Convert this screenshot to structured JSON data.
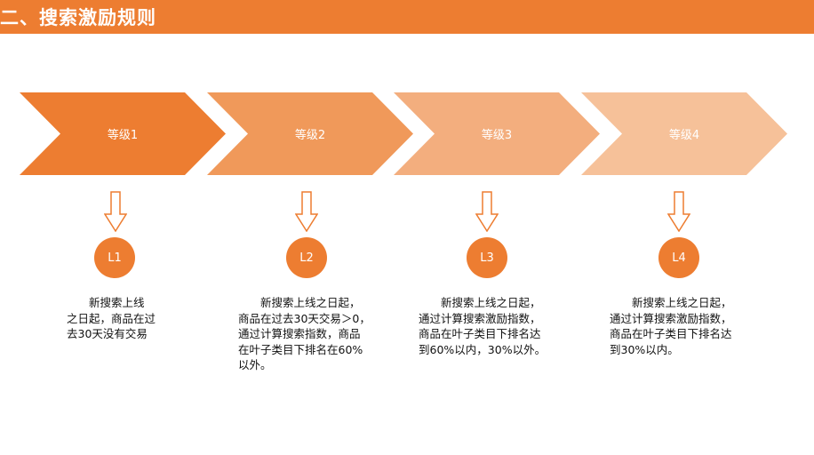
{
  "header": {
    "title": "二、搜索激励规则"
  },
  "colors": {
    "accent": "#ED7D31",
    "level1": "#ED7D31",
    "level2": "#F0995A",
    "level3": "#F3AE7E",
    "level4": "#F6C199"
  },
  "levels": [
    {
      "label": "等级1",
      "code": "L1",
      "description": "新搜索上线\n之日起，商品在过\n去30天没有交易"
    },
    {
      "label": "等级2",
      "code": "L2",
      "description": "新搜索上线之日起，\n商品在过去30天交易＞0，\n通过计算搜索指数，商品\n在叶子类目下排名在60%\n以外。"
    },
    {
      "label": "等级3",
      "code": "L3",
      "description": "新搜索上线之日起，\n通过计算搜索激励指数，\n商品在叶子类目下排名达\n到60%以内，30%以外。"
    },
    {
      "label": "等级4",
      "code": "L4",
      "description": "新搜索上线之日起，\n通过计算搜索激励指数，\n商品在叶子类目下排名达\n到30%以内。"
    }
  ]
}
